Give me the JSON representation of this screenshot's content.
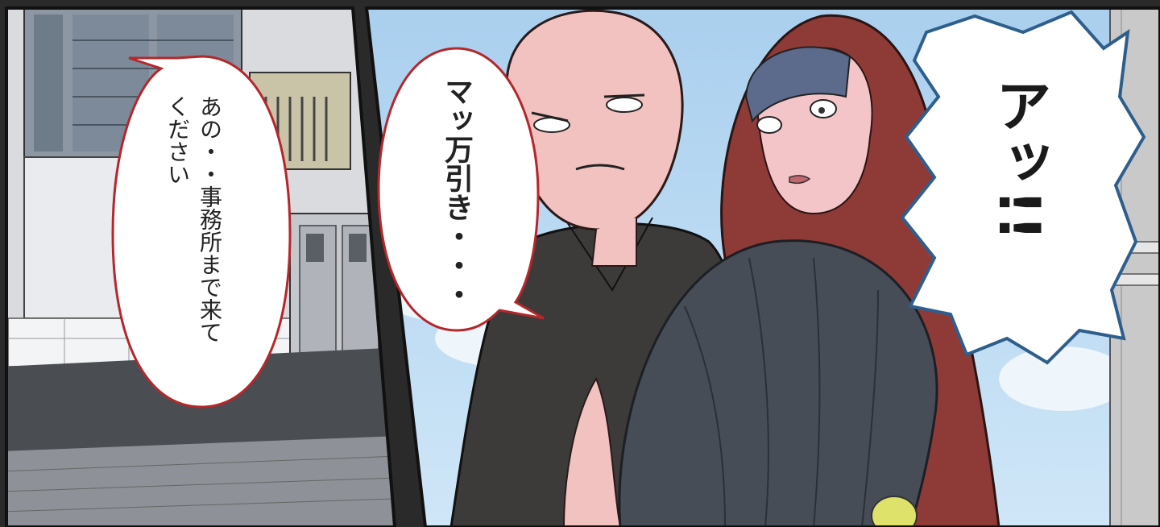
{
  "speech": {
    "left_bubble_text": "あの・・事務所まで来て\nください",
    "middle_bubble_text": "マッ万引き・・・",
    "shout_text": "アッ!!"
  },
  "colors": {
    "sky": "#b9daf2",
    "bubble_red_border": "#b4272b",
    "shout_blue_border": "#2e5f8c",
    "gutter": "#2a2a2a"
  }
}
